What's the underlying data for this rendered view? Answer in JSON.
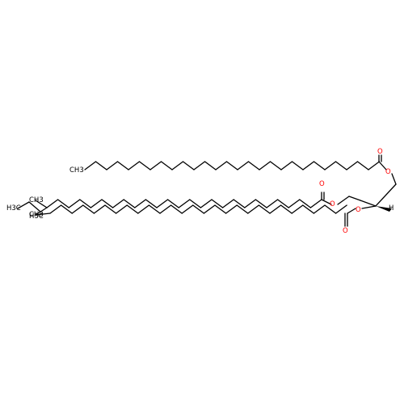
{
  "colors": {
    "bond": "#000000",
    "oxygen": "#ff0000",
    "background": "#ffffff"
  },
  "labels": {
    "top_ch3": "CH3",
    "mid_ch3": "CH3",
    "mid_h3c": "H3C",
    "low_h3c": "H3C",
    "low_ch3": "CH3",
    "stereo_h": "H",
    "o_carbonyl_top": "O",
    "o_ester_top": "O",
    "o_carbonyl_mid": "O",
    "o_ester_mid": "O",
    "o_carbonyl_low": "O",
    "o_ester_low": "O"
  }
}
